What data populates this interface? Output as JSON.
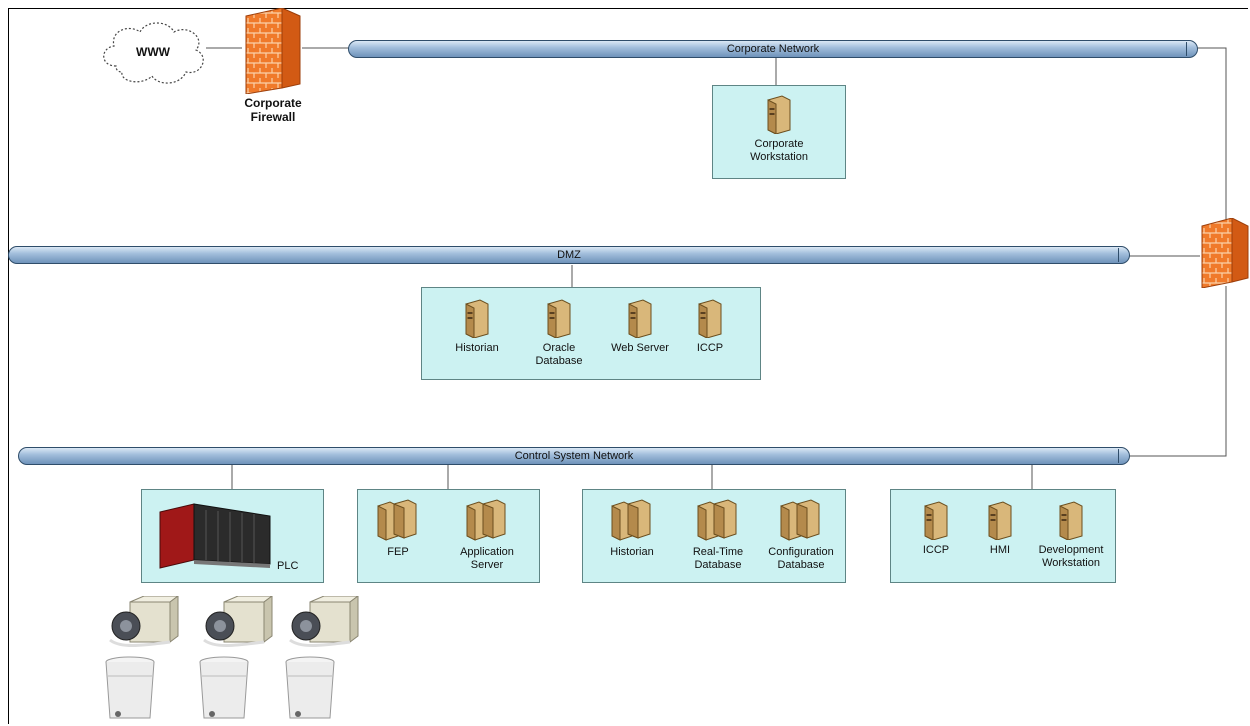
{
  "cloud": {
    "label": "WWW"
  },
  "corporate_firewall": {
    "label": "Corporate\nFirewall"
  },
  "buses": {
    "corporate": {
      "label": "Corporate Network"
    },
    "dmz": {
      "label": "DMZ"
    },
    "control": {
      "label": "Control System Network"
    }
  },
  "corporate_box": {
    "devices": [
      {
        "label": "Corporate\nWorkstation"
      }
    ]
  },
  "dmz_box": {
    "devices": [
      {
        "label": "Historian"
      },
      {
        "label": "Oracle\nDatabase"
      },
      {
        "label": "Web Server"
      },
      {
        "label": "ICCP"
      }
    ]
  },
  "plc_box": {
    "label": "PLC"
  },
  "fep_box": {
    "devices": [
      {
        "label": "FEP"
      },
      {
        "label": "Application\nServer"
      }
    ]
  },
  "db_box": {
    "devices": [
      {
        "label": "Historian"
      },
      {
        "label": "Real-Time\nDatabase"
      },
      {
        "label": "Configuration\nDatabase"
      }
    ]
  },
  "hmi_box": {
    "devices": [
      {
        "label": "ICCP"
      },
      {
        "label": "HMI"
      },
      {
        "label": "Development\nWorkstation"
      }
    ]
  },
  "pumps": {
    "count": 3
  },
  "colors": {
    "bus": "#8eaed0",
    "box": "#ccf2f2",
    "firewall": "#f07a2a",
    "server": "#d9b77a"
  }
}
